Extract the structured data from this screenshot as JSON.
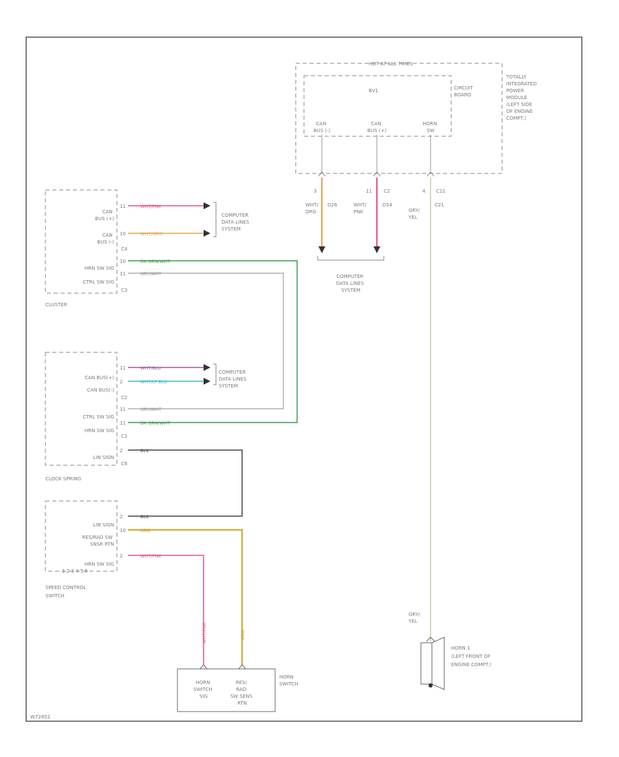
{
  "header": {
    "hot_label": "HOT AT ALL TIMES"
  },
  "tipm": {
    "label_lines": [
      "TOTALLY",
      "INTEGRATED",
      "POWER",
      "MODULE",
      "(LEFT SIDE",
      "OF ENGINE",
      "COMPT.)"
    ],
    "circuit_board_lines": [
      "CIRCUIT",
      "BOARD"
    ],
    "bus_label": "BV1",
    "pins": [
      {
        "name_lines": [
          "CAN",
          "BUS (-)"
        ],
        "pin": "3",
        "connector": "",
        "wire_lines": [
          "WHT/",
          "ORG"
        ],
        "circuit": "D26"
      },
      {
        "name_lines": [
          "CAN",
          "BUS (+)"
        ],
        "pin": "11",
        "connector": "C2",
        "wire_lines": [
          "WHT/",
          "PNK"
        ],
        "circuit": "D54"
      },
      {
        "name_lines": [
          "HORN",
          "SW"
        ],
        "pin": "4",
        "connector": "C11",
        "wire_lines": [
          "GRY/",
          "YEL"
        ],
        "circuit": "C21"
      }
    ],
    "data_lines_label": [
      "COMPUTER",
      "DATA LINES",
      "SYSTEM"
    ]
  },
  "cluster": {
    "label": "CLUSTER",
    "rows": [
      {
        "label_lines": [
          "CAN",
          "BUS (+)"
        ],
        "pin": "11",
        "wire": "WHT/PNK"
      },
      {
        "label_lines": [
          "CAN",
          "BUS (-)"
        ],
        "pin": "10",
        "wire": "WHT/ORG"
      },
      {
        "label_lines": [
          "HRN SW SIG"
        ],
        "pin": "10",
        "wire": "DK GRN/WHT"
      },
      {
        "label_lines": [
          "CTRL SW SIG"
        ],
        "pin": "11",
        "wire": "GRY/WHT"
      }
    ],
    "connector_a": "C4",
    "connector_b": "C3",
    "data_lines_label": [
      "COMPUTER",
      "DATA LINES",
      "SYSTEM"
    ]
  },
  "clock_spring": {
    "label": "CLOCK SPRING",
    "rows": [
      {
        "label_lines": [
          "CAN BUS(+)"
        ],
        "pin": "11",
        "wire": "WHT/BLU"
      },
      {
        "label_lines": [
          "CAN BUS(-)"
        ],
        "pin": "2",
        "wire": "WHT/LT BLU"
      },
      {
        "label_lines": [
          "CTRL SW SIG"
        ],
        "pin": "11",
        "wire": "GRY/WHT"
      },
      {
        "label_lines": [
          "HRN SW SIG"
        ],
        "pin": "11",
        "wire": "DK GRN/WHT"
      },
      {
        "label_lines": [
          "LIN SIGN"
        ],
        "pin": "2",
        "wire": "BLK"
      }
    ],
    "connector_c2": "C2",
    "connector_c1": "C1",
    "connector_c6": "C6",
    "data_lines_label": [
      "COMPUTER",
      "DATA LINES",
      "SYSTEM"
    ]
  },
  "speed_control": {
    "label_lines": [
      "SPEED CONTROL",
      "SWITCH"
    ],
    "rows": [
      {
        "label_lines": [
          "LIN SIGN"
        ],
        "pin": "2",
        "wire": "BLK"
      },
      {
        "label_lines": [
          "RES/RAD SW",
          "SNSR RTN"
        ],
        "pin": "10",
        "wire": "ORG"
      },
      {
        "label_lines": [
          "HRN SW SIG"
        ],
        "pin": "2",
        "wire": "WHT/PNK"
      }
    ],
    "bottom_pins": "1  2  3  4  5  6"
  },
  "horn_switch": {
    "label_lines": [
      "HORN",
      "SWITCH"
    ],
    "pin_left": [
      "HORN",
      "SWITCH",
      "SIG"
    ],
    "pin_right": [
      "RES/",
      "RAD",
      "SW SENS",
      "RTN"
    ],
    "wire_left": "WHT/PNK",
    "wire_right": "ORG"
  },
  "horn": {
    "label_lines": [
      "HORN 1",
      "(LEFT FRONT OF",
      "ENGINE COMPT.)"
    ],
    "wire_lines": [
      "GRY/",
      "YEL"
    ]
  },
  "footer": {
    "code": "W72852"
  },
  "colors": {
    "pink": "#e8508a",
    "orange": "#e8a050",
    "green": "#3c9a4c",
    "yellow": "#d8b040",
    "gray": "#8a8a8a",
    "cyan": "#40b8c8"
  }
}
